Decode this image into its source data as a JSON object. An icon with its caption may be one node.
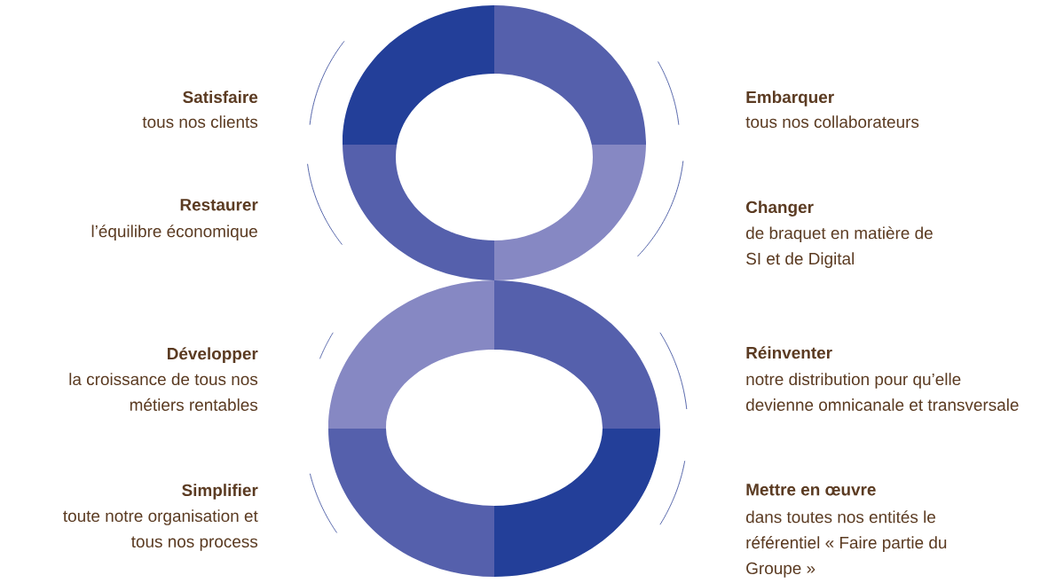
{
  "diagram": {
    "labels": [
      "Satisfaire",
      "tous nos clients",
      "Embarquer",
      "tous nos collaborateurs",
      "Restaurer",
      "l’équilibre économique",
      "Changer",
      "de braquet en matière de SI et de Digital",
      "Développer",
      "la croissance de tous nos métiers rentables",
      "Réinventer",
      "notre distribution pour qu’elle devienne omnicanale et transversale",
      "Simplifier",
      "toute notre organisation et tous nos process",
      "Mettre en œuvre",
      "dans toutes nos entités le référentiel « Faire partie du Groupe »"
    ]
  }
}
